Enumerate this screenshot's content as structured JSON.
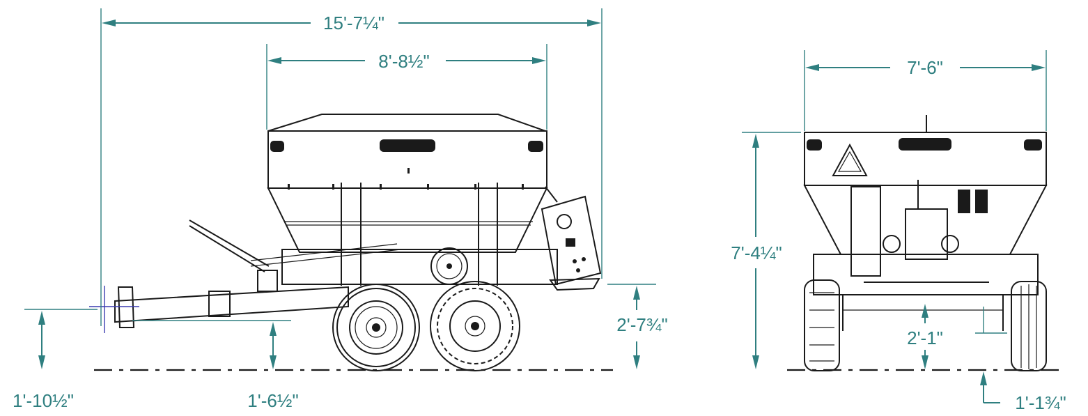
{
  "dimensions": {
    "side_overall_length": "15'-7¼\"",
    "side_hopper_length": "8'-8½\"",
    "side_hitch_height": "1'-10½\"",
    "side_frame_clearance": "1'-6½\"",
    "side_spinner_height": "2'-7¾\"",
    "rear_overall_width": "7'-6\"",
    "rear_overall_height": "7'-4¼\"",
    "rear_axle_clearance": "2'-1\"",
    "rear_ground_clearance": "1'-1¾\""
  },
  "colors": {
    "dimension": "#2f7f80",
    "machine": "#1a1a1a"
  }
}
